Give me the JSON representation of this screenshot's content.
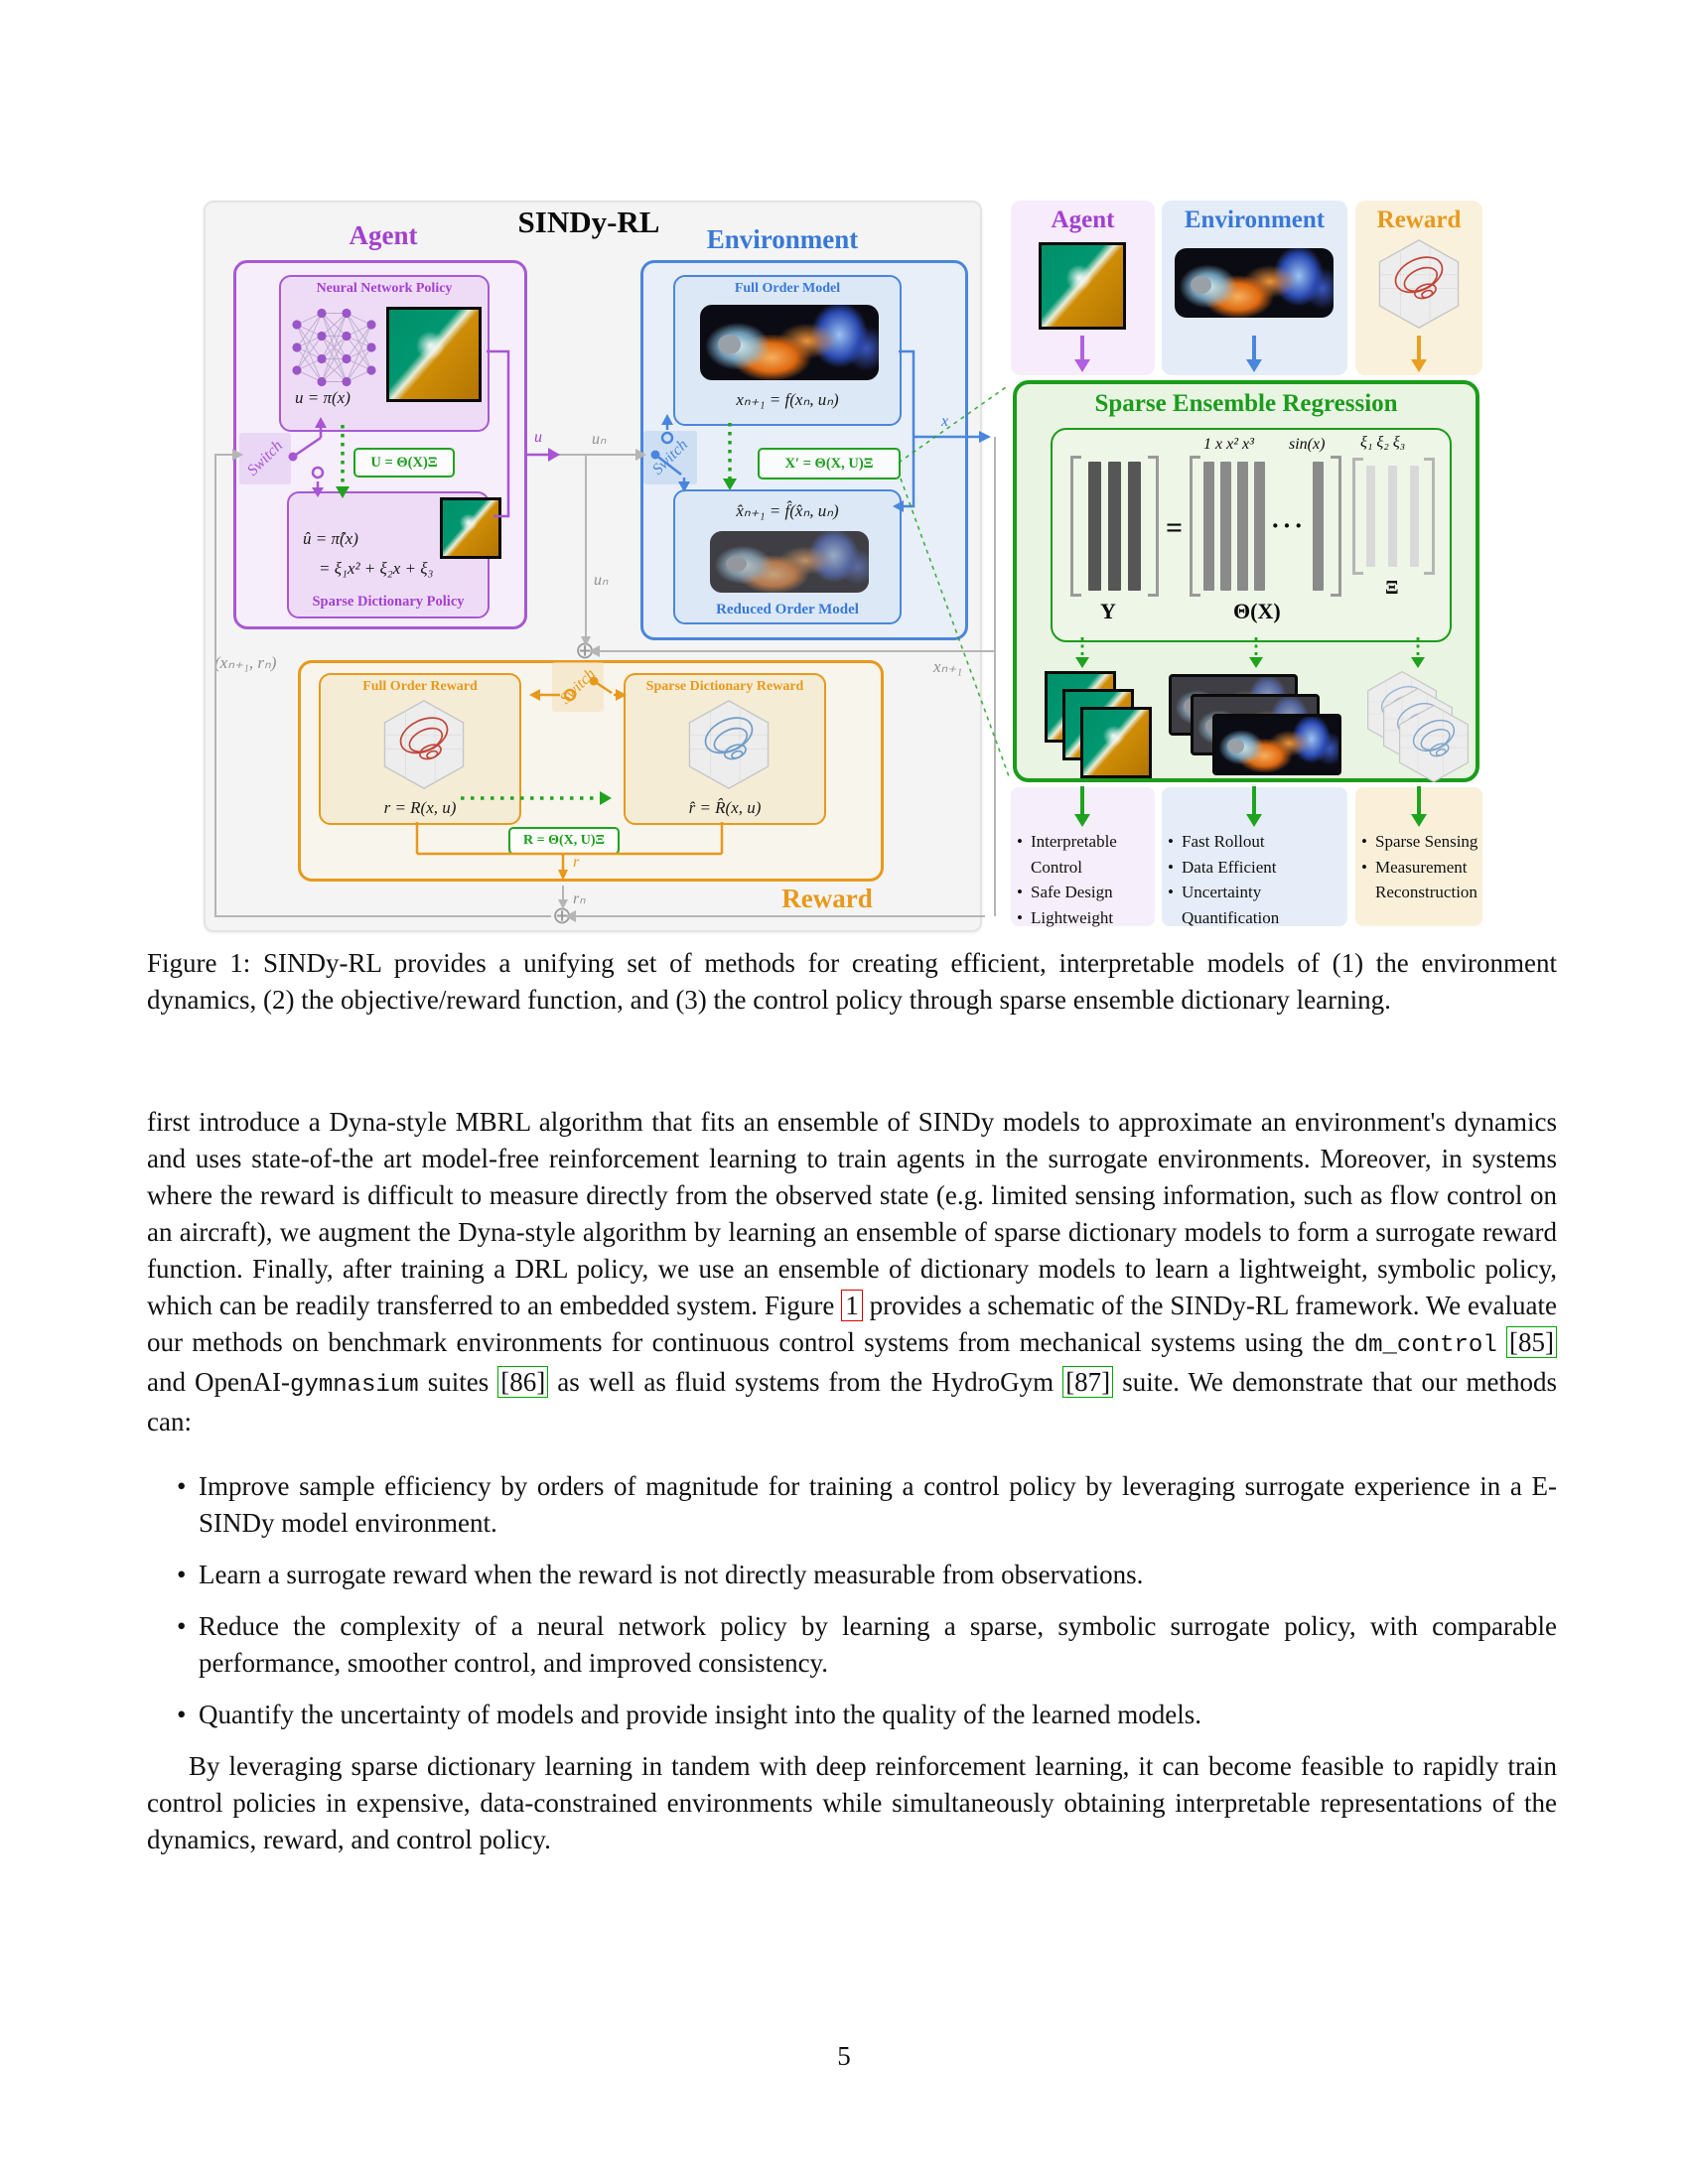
{
  "figure": {
    "title": "SINDy-RL",
    "agent": {
      "heading": "Agent",
      "nn_label": "Neural Network Policy",
      "nn_formula": "u = π(x)",
      "green_formula": "U = Θ(X)Ξ",
      "switch_label": "Switch",
      "dict_formula_1": "û = π̂(x)",
      "dict_formula_2": "= ξ₁x² + ξ₂x + ξ₃",
      "dict_label": "Sparse Dictionary Policy"
    },
    "environment": {
      "heading": "Environment",
      "fom_label": "Full Order Model",
      "fom_formula": "xₙ₊₁ = f(xₙ, uₙ)",
      "green_formula": "X′ = Θ(X, U)Ξ",
      "switch_label": "Switch",
      "rom_formula": "x̂ₙ₊₁ = f̂(x̂ₙ, uₙ)",
      "rom_label": "Reduced Order Model"
    },
    "reward": {
      "heading": "Reward",
      "for_label": "Full Order Reward",
      "for_formula": "r = R(x, u)",
      "switch_label": "Switch",
      "sdr_label": "Sparse Dictionary Reward",
      "sdr_formula": "r̂ = R̂(x, u)",
      "green_formula": "R = Θ(X, U)Ξ"
    },
    "wires": {
      "u": "u",
      "un_top": "uₙ",
      "un_mid": "uₙ",
      "x": "x",
      "xn1": "xₙ₊₁",
      "tuple": "(xₙ₊₁, rₙ)",
      "r": "r",
      "rn": "rₙ",
      "sum1": "⊕",
      "sum2": "⊕"
    },
    "summary": {
      "cards": [
        {
          "heading": "Agent"
        },
        {
          "heading": "Environment"
        },
        {
          "heading": "Reward"
        }
      ],
      "regression": {
        "heading": "Sparse Ensemble Regression",
        "poly_labels": "1 x x² x³",
        "sin_label": "sin(x)",
        "xi_labels": "ξ₁ ξ₂ ξ₃",
        "equals": "=",
        "dots": "···",
        "y_label": "Y",
        "theta_label": "Θ(X)",
        "xi_matrix_label": "Ξ"
      },
      "benefits": [
        {
          "items": [
            "Interpretable Control",
            "Safe Design",
            "Lightweight"
          ]
        },
        {
          "items": [
            "Fast Rollout",
            "Data Efficient",
            "Uncertainty Quantification"
          ]
        },
        {
          "items": [
            "Sparse Sensing",
            "Measurement Reconstruction"
          ]
        }
      ]
    }
  },
  "caption": "Figure 1: SINDy-RL provides a unifying set of methods for creating efficient, interpretable models of (1) the environment dynamics, (2) the objective/reward function, and (3) the control policy through sparse ensemble dictionary learning.",
  "body": {
    "p1": {
      "a": "first introduce a Dyna-style MBRL algorithm that fits an ensemble of SINDy models to approximate an environment's dynamics and uses state-of-the art model-free reinforcement learning to train agents in the surrogate environments. Moreover, in systems where the reward is difficult to measure directly from the observed state (e.g. limited sensing information, such as flow control on an aircraft), we augment the Dyna-style algorithm by learning an ensemble of sparse dictionary models to form a surrogate reward function. Finally, after training a DRL policy, we use an ensemble of dictionary models to learn a lightweight, symbolic policy, which can be readily transferred to an embedded system. Figure ",
      "figref": "1",
      "b": " provides a schematic of the SINDy-RL framework. We evaluate our methods on benchmark environments for continuous control systems from mechanical systems using the ",
      "code1": "dm_control",
      "c": " ",
      "cite1": "[85]",
      "d": " and OpenAI-",
      "code2": "gymnasium",
      "e": " suites ",
      "cite2": "[86]",
      "f": " as well as fluid systems from the HydroGym ",
      "cite3": "[87]",
      "g": " suite. We demonstrate that our methods can:"
    },
    "bullets": [
      "Improve sample efficiency by orders of magnitude for training a control policy by leveraging surrogate experience in a E-SINDy model environment.",
      "Learn a surrogate reward when the reward is not directly measurable from observations.",
      "Reduce the complexity of a neural network policy by learning a sparse, symbolic surrogate policy, with comparable performance, smoother control, and improved consistency.",
      "Quantify the uncertainty of models and provide insight into the quality of the learned models."
    ],
    "p2": "By leveraging sparse dictionary learning in tandem with deep reinforcement learning, it can become feasible to rapidly train control policies in expensive, data-constrained environments while simultaneously obtaining interpretable representations of the dynamics, reward, and control policy."
  },
  "page_number": "5"
}
